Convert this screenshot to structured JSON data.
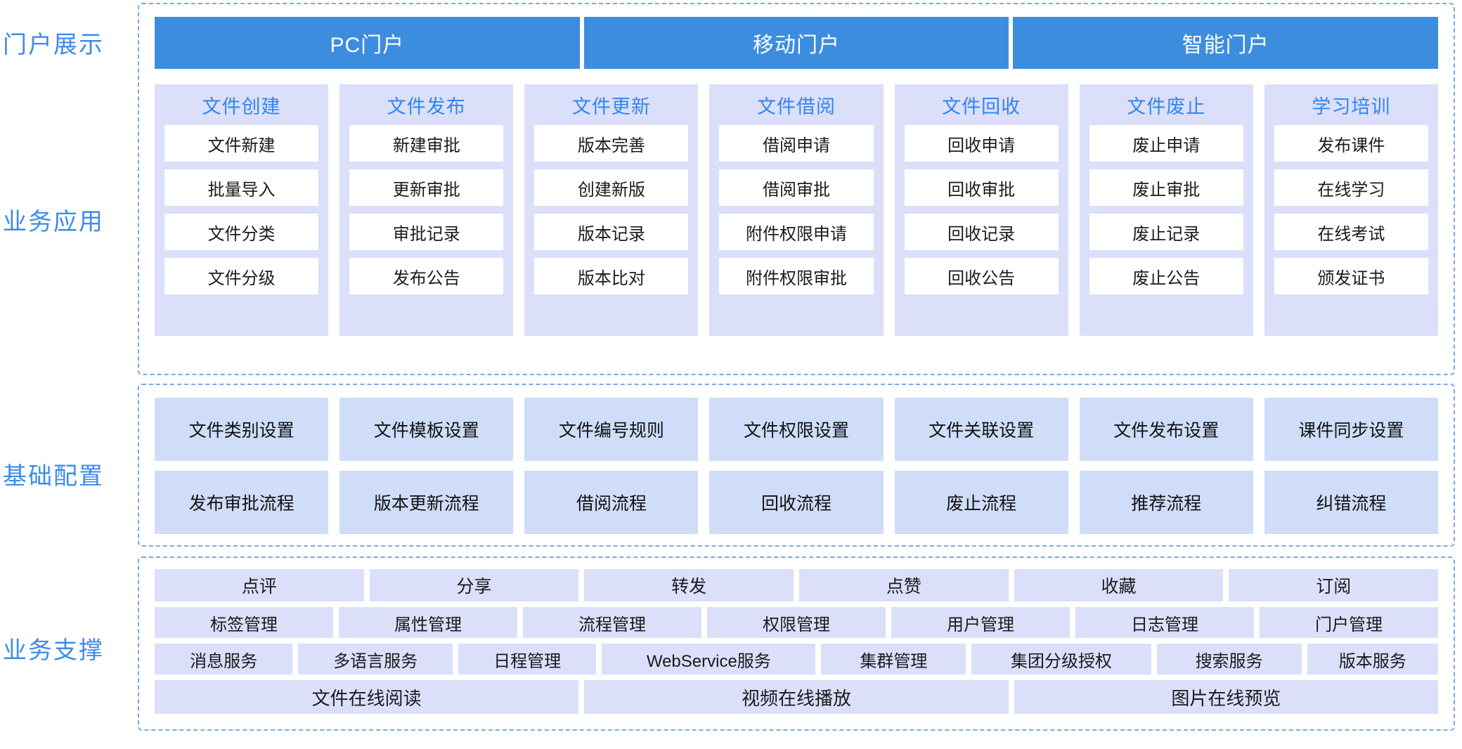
{
  "colors": {
    "accent_blue": "#3d8ddf",
    "title_blue": "#2f86f2",
    "label_blue": "#3d8bea",
    "band_border": "#7aa8e8",
    "app_col_bg": "#dcdffa",
    "config_bg": "#cfddf8",
    "support_bg": "#dcdffa",
    "item_bg": "#ffffff"
  },
  "rail": {
    "labels": [
      {
        "id": "portal-display",
        "text": "门户展示"
      },
      {
        "id": "business-application",
        "text": "业务应用"
      },
      {
        "id": "basic-configuration",
        "text": "基础配置"
      },
      {
        "id": "business-support",
        "text": "业务支撑"
      }
    ]
  },
  "portal": {
    "cells": [
      {
        "label": "PC门户"
      },
      {
        "label": "移动门户"
      },
      {
        "label": "智能门户"
      }
    ]
  },
  "applications": {
    "columns": [
      {
        "title": "文件创建",
        "items": [
          "文件新建",
          "批量导入",
          "文件分类",
          "文件分级"
        ]
      },
      {
        "title": "文件发布",
        "items": [
          "新建审批",
          "更新审批",
          "审批记录",
          "发布公告"
        ]
      },
      {
        "title": "文件更新",
        "items": [
          "版本完善",
          "创建新版",
          "版本记录",
          "版本比对"
        ]
      },
      {
        "title": "文件借阅",
        "items": [
          "借阅申请",
          "借阅审批",
          "附件权限申请",
          "附件权限审批"
        ]
      },
      {
        "title": "文件回收",
        "items": [
          "回收申请",
          "回收审批",
          "回收记录",
          "回收公告"
        ]
      },
      {
        "title": "文件废止",
        "items": [
          "废止申请",
          "废止审批",
          "废止记录",
          "废止公告"
        ]
      },
      {
        "title": "学习培训",
        "items": [
          "发布课件",
          "在线学习",
          "在线考试",
          "颁发证书"
        ]
      }
    ]
  },
  "configuration": {
    "rows": [
      [
        "文件类别设置",
        "文件模板设置",
        "文件编号规则",
        "文件权限设置",
        "文件关联设置",
        "文件发布设置",
        "课件同步设置"
      ],
      [
        "发布审批流程",
        "版本更新流程",
        "借阅流程",
        "回收流程",
        "废止流程",
        "推荐流程",
        "纠错流程"
      ]
    ]
  },
  "support": {
    "row1": [
      "点评",
      "分享",
      "转发",
      "点赞",
      "收藏",
      "订阅"
    ],
    "row2": [
      "标签管理",
      "属性管理",
      "流程管理",
      "权限管理",
      "用户管理",
      "日志管理",
      "门户管理"
    ],
    "row3": [
      {
        "label": "消息服务",
        "grow": 1.0
      },
      {
        "label": "多语言服务",
        "grow": 1.12
      },
      {
        "label": "日程管理",
        "grow": 1.0
      },
      {
        "label": "WebService服务",
        "grow": 1.55
      },
      {
        "label": "集群管理",
        "grow": 1.05
      },
      {
        "label": "集团分级授权",
        "grow": 1.3
      },
      {
        "label": "搜索服务",
        "grow": 1.05
      },
      {
        "label": "版本服务",
        "grow": 0.95
      }
    ],
    "row4": [
      "文件在线阅读",
      "视频在线播放",
      "图片在线预览"
    ]
  }
}
